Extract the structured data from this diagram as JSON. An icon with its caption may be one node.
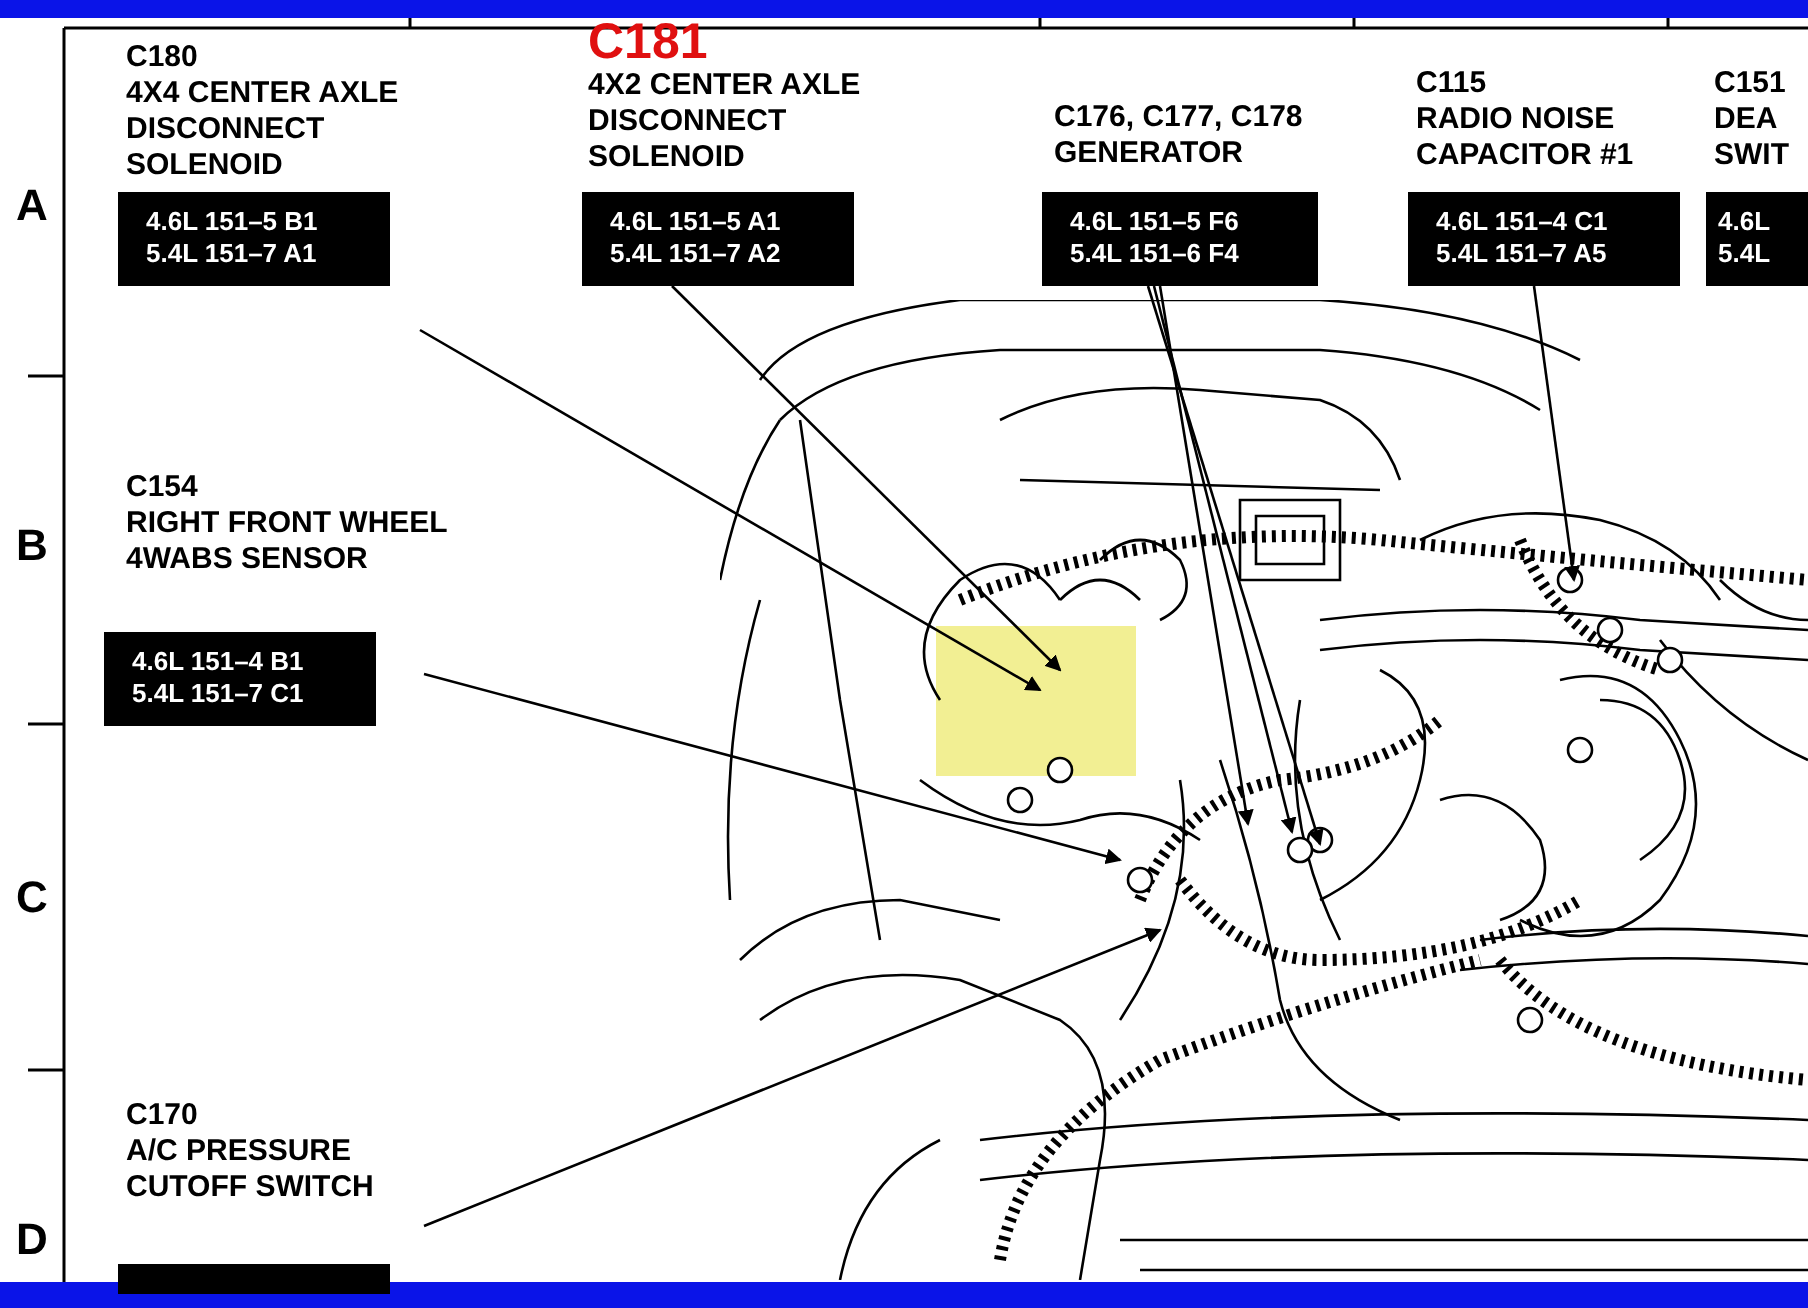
{
  "diagram": {
    "nodes": [
      {
        "text": [
          "C180",
          "4X4 CENTER AXLE DISCONNECT SOLENOID",
          "4.6L 151–5 B1",
          "5.4L 151–7 A1"
        ]
      },
      {
        "text": [
          "C181",
          "4X2 CENTER AXLE DISCONNECT SOLENOID",
          "4.6L 151–5 A1",
          "5.4L 151–7 A2"
        ]
      },
      {
        "text": [
          "C176, C177, C178",
          "GENERATOR",
          "4.6L 151–5 F6",
          "5.4L 151–6 F4"
        ]
      },
      {
        "text": [
          "C115",
          "RADIO NOISE CAPACITOR #1",
          "4.6L 151–4 C1",
          "5.4L 151–7 A5"
        ]
      },
      {
        "text": [
          "C151",
          "DEA SWIT",
          "4.6L",
          "5.4L"
        ]
      },
      {
        "text": [
          "C154",
          "RIGHT FRONT WHEEL 4WABS SENSOR",
          "4.6L 151–4 B1",
          "5.4L 151–7 C1"
        ]
      },
      {
        "text": [
          "C170",
          "A/C PRESSURE CUTOFF SWITCH"
        ]
      },
      {
        "text": [],
        "shape": "picture"
      },
      {
        "text": [],
        "shape": "box",
        "in": 7
      }
    ],
    "edges": [
      {
        "from": 0,
        "to": 7,
        "arrow": "to"
      },
      {
        "from": 1,
        "to": 8,
        "arrow": "to"
      },
      {
        "from": 2,
        "to": 7,
        "arrow": "to"
      },
      {
        "from": 2,
        "to": 7,
        "arrow": "to"
      },
      {
        "from": 2,
        "to": 7,
        "arrow": "to"
      },
      {
        "from": 3,
        "to": 7,
        "arrow": "to"
      },
      {
        "from": 5,
        "to": 7,
        "arrow": "to"
      },
      {
        "from": 6,
        "to": 7,
        "arrow": "to"
      }
    ],
    "labels": [
      "A",
      "B",
      "C",
      "D"
    ]
  }
}
